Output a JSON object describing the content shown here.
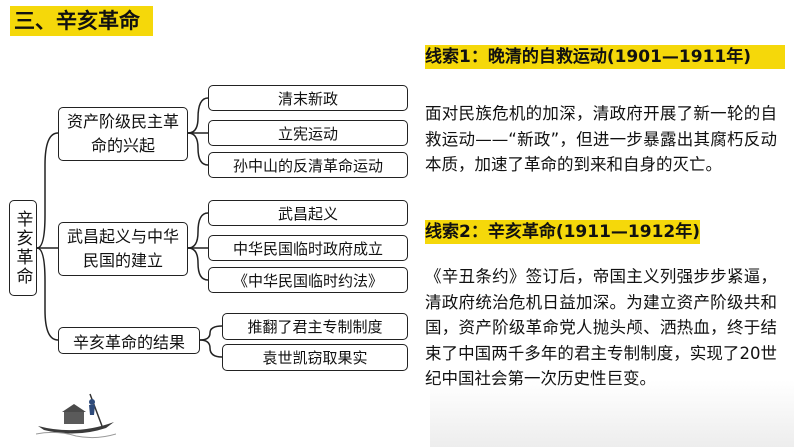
{
  "section_title": "三、辛亥革命",
  "mindmap": {
    "root": "辛亥革命",
    "branches": [
      {
        "label": "资产阶级民主革命的兴起",
        "children": [
          "清末新政",
          "立宪运动",
          "孙中山的反清革命运动"
        ]
      },
      {
        "label": "武昌起义与中华民国的建立",
        "children": [
          "武昌起义",
          "中华民国临时政府成立",
          "《中华民国临时约法》"
        ]
      },
      {
        "label": "辛亥革命的结果",
        "children": [
          "推翻了君主专制制度",
          "袁世凯窃取果实"
        ]
      }
    ]
  },
  "clues": [
    {
      "heading": "线索1：晚清的自救运动(1901—1911年)",
      "text": "面对民族危机的加深，清政府开展了新一轮的自救运动——“新政”，但进一步暴露出其腐朽反动本质，加速了革命的到来和自身的灭亡。"
    },
    {
      "heading": "线索2：辛亥革命(1911—1912年)",
      "text": "《辛丑条约》签订后，帝国主义列强步步紧逼，清政府统治危机日益加深。为建立资产阶级共和国，资产阶级革命党人抛头颅、洒热血，终于结束了中国两千多年的君主专制制度，实现了20世纪中国社会第一次历史性巨变。"
    }
  ],
  "colors": {
    "highlight": "#f5d80a",
    "line": "#222222"
  }
}
